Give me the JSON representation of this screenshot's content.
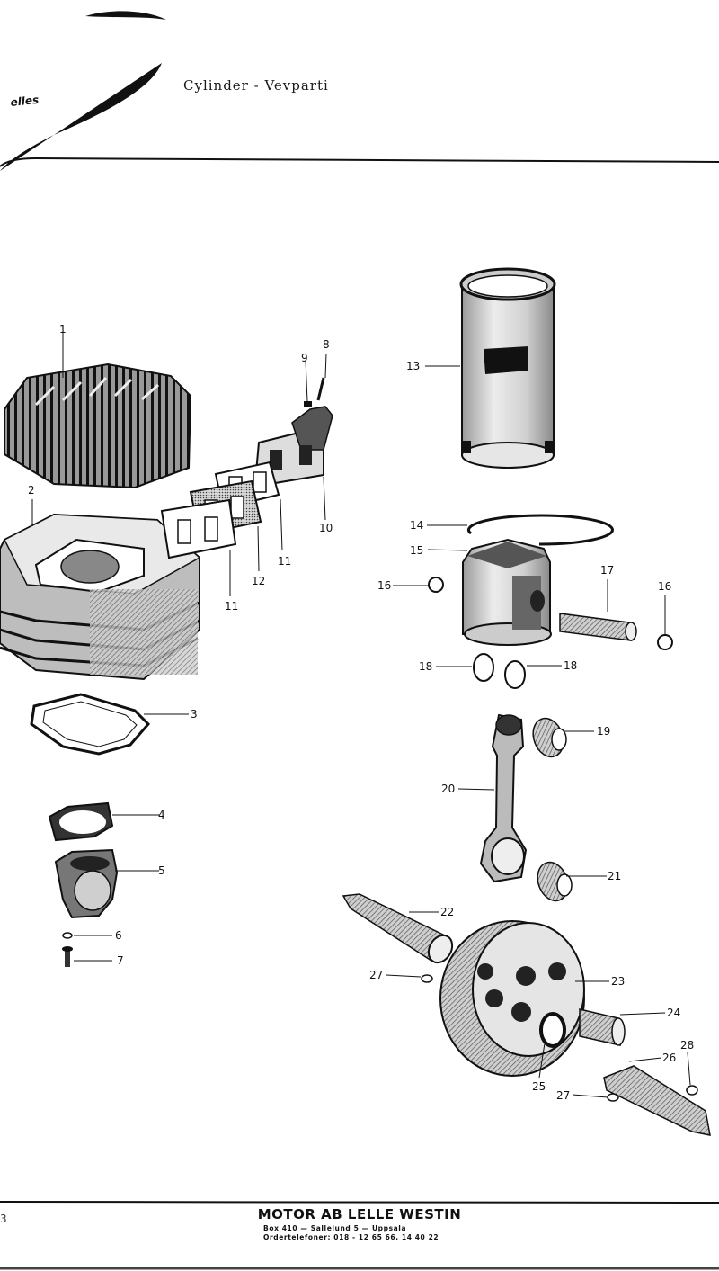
{
  "header": {
    "logo_text": "elles",
    "title": "Cylinder - Vevparti"
  },
  "callouts": [
    "1",
    "2",
    "3",
    "4",
    "5",
    "6",
    "7",
    "8",
    "9",
    "10",
    "11",
    "11",
    "12",
    "13",
    "14",
    "15",
    "16",
    "16",
    "17",
    "18",
    "18",
    "19",
    "20",
    "21",
    "22",
    "23",
    "24",
    "25",
    "26",
    "27",
    "27",
    "28"
  ],
  "footer": {
    "company": "MOTOR AB LELLE WESTIN",
    "address": "Box 410 — Sallelund 5 — Uppsala",
    "phones": "Ordertelefoner: 018 - 12 65 66, 14 40 22",
    "page_fragment": "3"
  }
}
